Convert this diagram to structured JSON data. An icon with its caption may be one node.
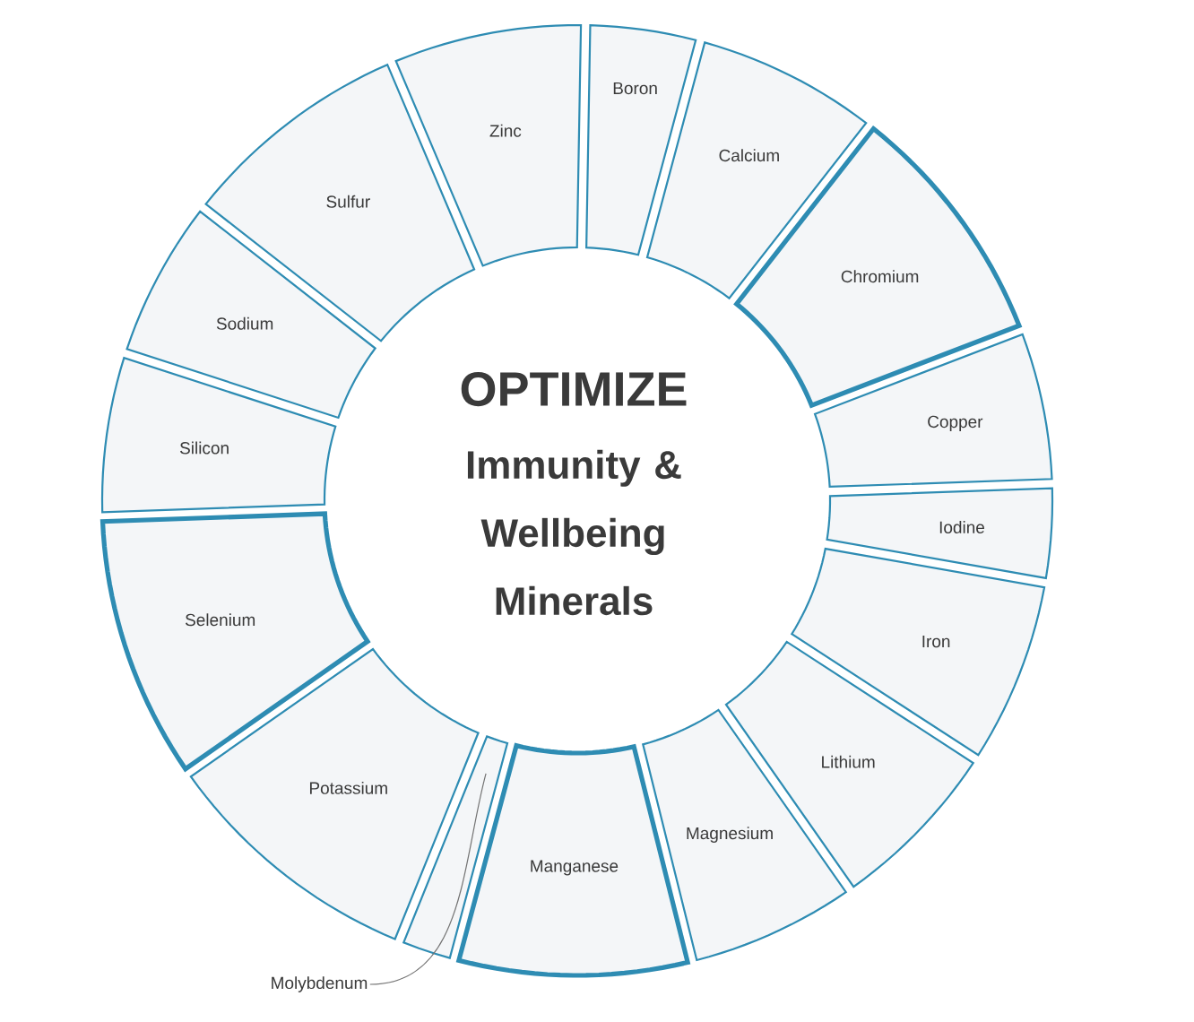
{
  "diagram": {
    "nodes": [
      {
        "text": [
          "Zinc"
        ]
      },
      {
        "text": [
          "Boron"
        ]
      },
      {
        "text": [
          "Calcium"
        ]
      },
      {
        "text": [
          "Chromium"
        ]
      },
      {
        "text": [
          "Copper"
        ]
      },
      {
        "text": [
          "Iodine"
        ]
      },
      {
        "text": [
          "Iron"
        ]
      },
      {
        "text": [
          "Lithium"
        ]
      },
      {
        "text": [
          "Magnesium"
        ]
      },
      {
        "text": [
          "Manganese"
        ]
      },
      {
        "text": [],
        "shape": "box"
      },
      {
        "text": [
          "Potassium"
        ]
      },
      {
        "text": [
          "Selenium"
        ]
      },
      {
        "text": [
          "Silicon"
        ]
      },
      {
        "text": [
          "Sodium"
        ]
      },
      {
        "text": [
          "Sulfur"
        ]
      },
      {
        "text": [
          "Molybdenum"
        ]
      }
    ],
    "edges": [
      {
        "from": 16,
        "to": 10,
        "arrow": "none"
      }
    ],
    "labels": [
      "OPTIMIZE",
      "Immunity & Wellbeing Minerals"
    ]
  }
}
